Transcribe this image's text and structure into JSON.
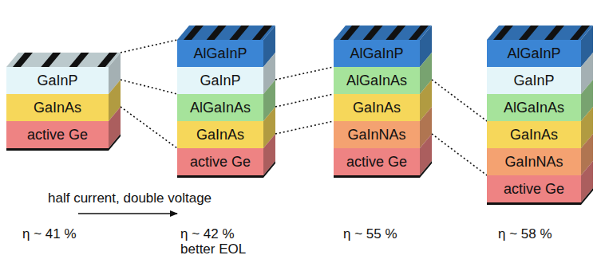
{
  "diagram": {
    "nodes": [
      {
        "text": [
          "GaInP"
        ]
      },
      {
        "text": [
          "GaInAs"
        ]
      },
      {
        "text": [
          "active Ge"
        ]
      },
      {
        "text": [
          "AlGaInP"
        ]
      },
      {
        "text": [
          "GaInP"
        ]
      },
      {
        "text": [
          "AlGaInAs"
        ]
      },
      {
        "text": [
          "GaInAs"
        ]
      },
      {
        "text": [
          "active Ge"
        ]
      },
      {
        "text": [
          "AlGaInP"
        ]
      },
      {
        "text": [
          "AlGaInAs"
        ]
      },
      {
        "text": [
          "GaInAs"
        ]
      },
      {
        "text": [
          "GaInNAs"
        ]
      },
      {
        "text": [
          "active Ge"
        ]
      },
      {
        "text": [
          "AlGaInP"
        ]
      },
      {
        "text": [
          "GaInP"
        ]
      },
      {
        "text": [
          "AlGaInAs"
        ]
      },
      {
        "text": [
          "GaInAs"
        ]
      },
      {
        "text": [
          "GaInNAs"
        ]
      },
      {
        "text": [
          "active Ge"
        ]
      }
    ],
    "edges": [
      {
        "from": 0,
        "to": 3,
        "arrow": "none"
      },
      {
        "from": 1,
        "to": 5,
        "arrow": "none"
      },
      {
        "from": 2,
        "to": 7,
        "arrow": "none"
      },
      {
        "from": 5,
        "to": 9,
        "arrow": "none"
      },
      {
        "from": 6,
        "to": 10,
        "arrow": "none"
      },
      {
        "from": 7,
        "to": 11,
        "arrow": "none"
      },
      {
        "from": 10,
        "to": 16,
        "arrow": "none"
      },
      {
        "from": 12,
        "to": 18,
        "arrow": "none"
      }
    ],
    "labels": [
      "half current, double voltage",
      "η ~ 41 %",
      "η ~ 42 %",
      "better EOL",
      "η ~ 55 %",
      "η ~ 58 %"
    ]
  }
}
